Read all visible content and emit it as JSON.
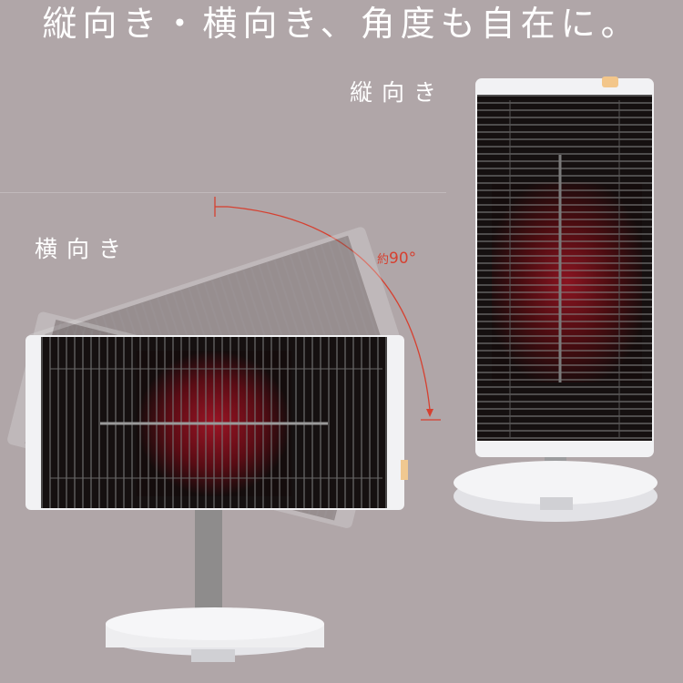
{
  "headline": "縦向き・横向き、角度も自在に。",
  "labels": {
    "vertical": "縦向き",
    "horizontal": "横向き"
  },
  "angle_annotation": {
    "prefix": "約",
    "value": "90°"
  },
  "colors": {
    "background": "#b0a6a8",
    "accent_red": "#d64030",
    "heater_body": "#f2f2f4",
    "grille": "#1a1414",
    "glow": "#8a1020"
  }
}
